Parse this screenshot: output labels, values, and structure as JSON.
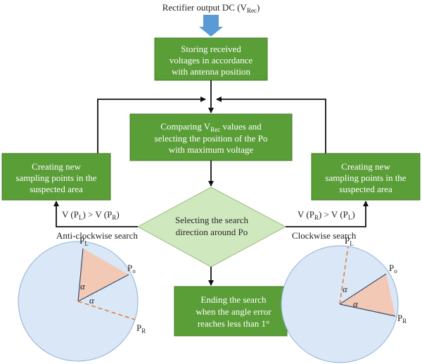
{
  "input": {
    "label_main": "Rectifier output DC (V",
    "label_sub": "Rec",
    "label_end": ")"
  },
  "boxes": {
    "store": {
      "lines": [
        "Storing received",
        "voltages in accordance",
        "with antenna position"
      ]
    },
    "compare": {
      "line1_a": "Comparing V",
      "line1_sub": "Rec",
      "line1_b": " values and",
      "line2": "selecting the position of the Po",
      "line3": "with maximum voltage"
    },
    "left_sampling": {
      "lines": [
        "Creating new",
        "sampling points in the",
        "suspected area"
      ]
    },
    "right_sampling": {
      "lines": [
        "Creating new",
        "sampling points in the",
        "suspected area"
      ]
    },
    "end": {
      "lines": [
        "Ending the search",
        "when the angle error",
        "reaches less than 1°"
      ]
    }
  },
  "decision": {
    "lines": [
      "Selecting the search",
      "direction around Po"
    ]
  },
  "conditions": {
    "left": {
      "a": "V (P",
      "a_sub": "L",
      "b": ") > V (P",
      "b_sub": "R",
      "c": ")"
    },
    "right": {
      "a": "V (P",
      "a_sub": "R",
      "b": ") > V (P",
      "b_sub": "L",
      "c": ")"
    }
  },
  "searches": {
    "left": "Anti-clockwise search",
    "right": "Clockwise search"
  },
  "circle_labels": {
    "p": "P",
    "sub_l": "L",
    "sub_o": "o",
    "sub_r": "R",
    "alpha": "α"
  },
  "colors": {
    "box_fill": "#5a9e38",
    "box_stroke": "#3f7a22",
    "diamond_fill": "#cfe8be",
    "diamond_stroke": "#9abd82",
    "input_arrow": "#5b9bd5",
    "circle_fill": "#dae7f6",
    "circle_stroke": "#8fb0d6",
    "wedge_fill": "#f2c9b5",
    "dashed_line": "#e07b39",
    "connector": "#111111"
  }
}
